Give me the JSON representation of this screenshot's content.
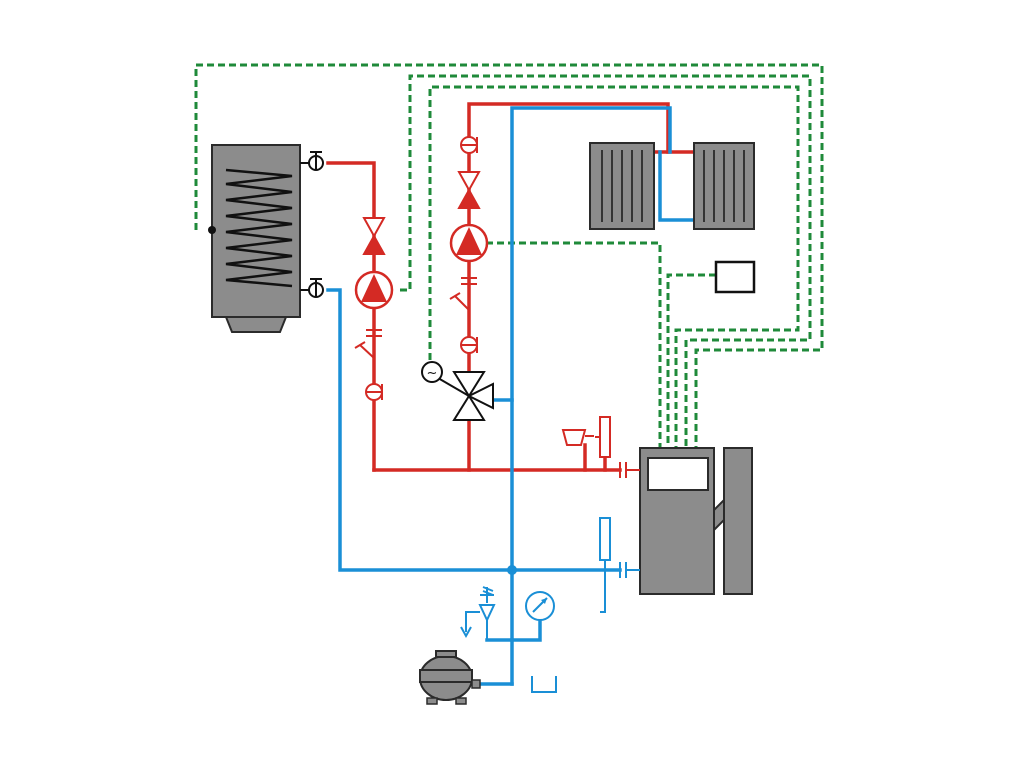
{
  "diagram": {
    "colors": {
      "supply": "#d42a24",
      "return": "#1a8fd6",
      "control": "#1f8a3a",
      "equipment": "#8c8c8c",
      "outline": "#2b2b2b"
    },
    "components": [
      {
        "id": "dhw-tank",
        "icon": "storage-tank-with-coil"
      },
      {
        "id": "dhw-pump",
        "icon": "circulation-pump"
      },
      {
        "id": "heating-pump",
        "icon": "circulation-pump"
      },
      {
        "id": "mixing-valve",
        "icon": "three-way-mixing-valve-with-actuator"
      },
      {
        "id": "radiator-1",
        "icon": "radiator"
      },
      {
        "id": "radiator-2",
        "icon": "radiator"
      },
      {
        "id": "room-thermostat",
        "icon": "room-thermostat"
      },
      {
        "id": "boiler",
        "icon": "boiler-with-controller"
      },
      {
        "id": "expansion-vessel",
        "icon": "expansion-vessel"
      },
      {
        "id": "pressure-gauge",
        "icon": "pressure-gauge"
      },
      {
        "id": "safety-valve",
        "icon": "safety-relief-valve"
      },
      {
        "id": "temperature-sensor-supply",
        "icon": "thermometer"
      },
      {
        "id": "temperature-sensor-return",
        "icon": "thermometer"
      },
      {
        "id": "air-vent",
        "icon": "automatic-air-vent"
      }
    ],
    "actuator_symbol": "~"
  }
}
